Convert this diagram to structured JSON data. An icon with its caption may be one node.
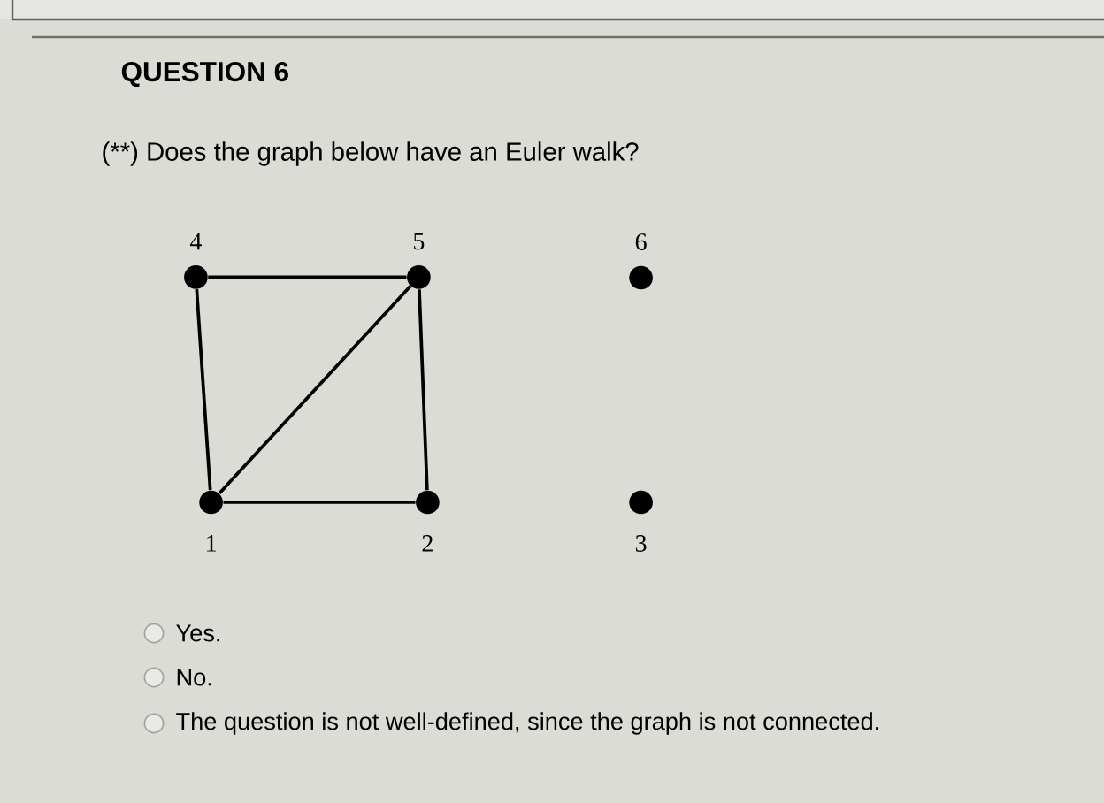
{
  "diagram": {
    "title": "QUESTION 6",
    "nodes": [
      {
        "text": [],
        "shape": "circle",
        "beside": [
          "4"
        ]
      },
      {
        "text": [],
        "shape": "circle",
        "beside": [
          "5"
        ]
      },
      {
        "text": [],
        "shape": "circle",
        "beside": [
          "6"
        ]
      },
      {
        "text": [],
        "shape": "circle",
        "beside": [
          "1"
        ]
      },
      {
        "text": [],
        "shape": "circle",
        "beside": [
          "2"
        ]
      },
      {
        "text": [],
        "shape": "circle",
        "beside": [
          "3"
        ]
      }
    ],
    "edges": [
      {
        "from": 0,
        "to": 1,
        "arrow": "none"
      },
      {
        "from": 0,
        "to": 3,
        "arrow": "none"
      },
      {
        "from": 1,
        "to": 3,
        "arrow": "none"
      },
      {
        "from": 1,
        "to": 4,
        "arrow": "none"
      },
      {
        "from": 3,
        "to": 4,
        "arrow": "none"
      }
    ],
    "labels": [
      "(**) Does the graph below have an Euler walk?",
      "Yes.",
      "No.",
      "The question is not well-defined, since the graph is not connected."
    ]
  }
}
